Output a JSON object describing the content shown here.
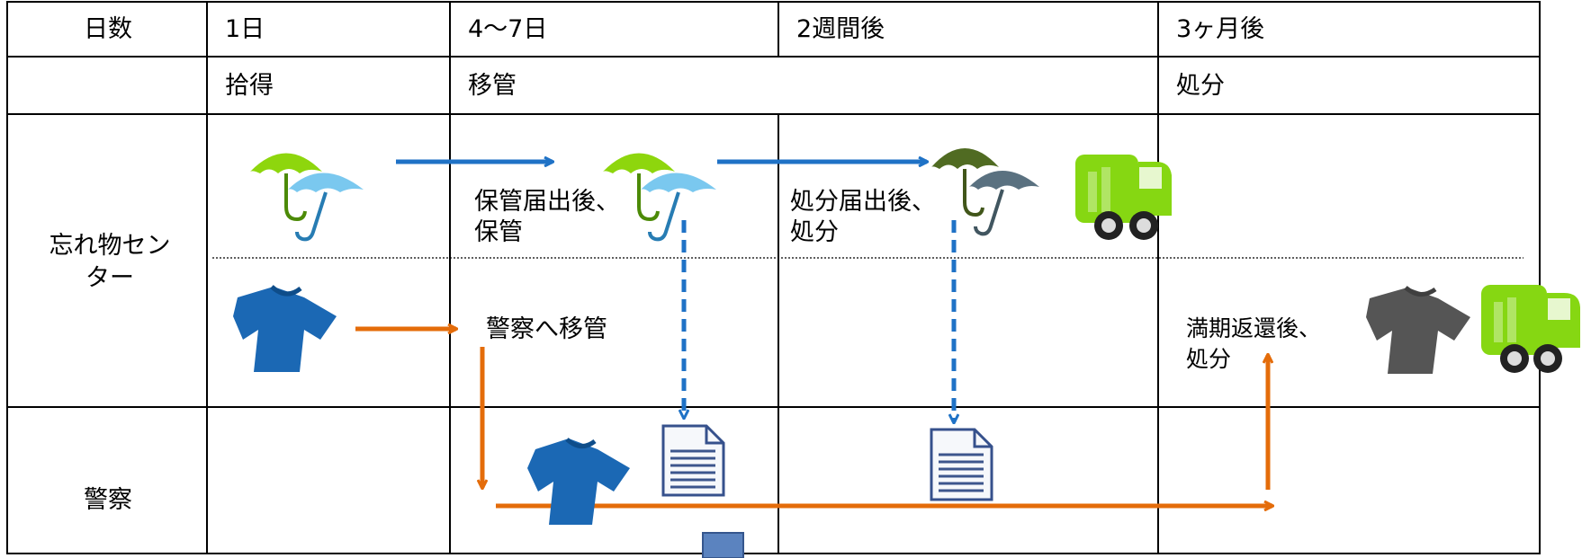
{
  "header": {
    "days_label": "日数",
    "col1": "1日",
    "col2": "4〜7日",
    "col3": "2週間後",
    "col4": "3ヶ月後"
  },
  "stages": {
    "pickup": "拾得",
    "transfer": "移管",
    "disposal": "処分"
  },
  "rows": {
    "lost_center": "忘れ物センター",
    "police": "警察"
  },
  "notes": {
    "store_after_report": "保管届出後、保管",
    "dispose_after_report": "処分届出後、処分",
    "transfer_to_police": "警察へ移管",
    "dispose_after_return_period": "満期返還後、処分"
  },
  "colors": {
    "blue_arrow": "#1f72c6",
    "orange_arrow": "#e46c0a",
    "shirt_blue": "#1b68b4",
    "shirt_gray": "#555555",
    "truck_green": "#86d712"
  }
}
